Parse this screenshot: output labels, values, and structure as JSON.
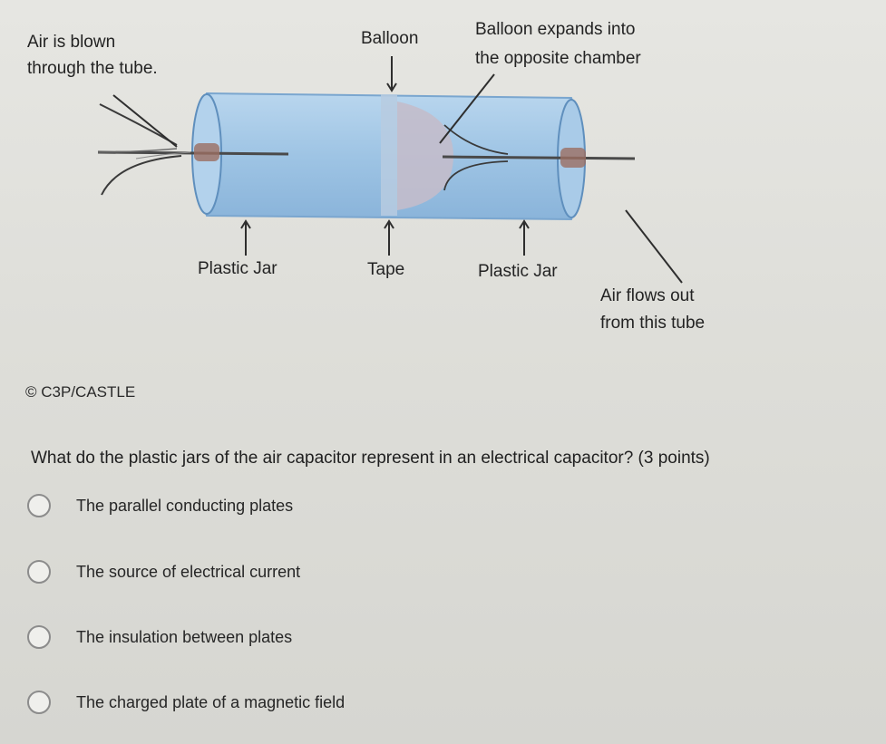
{
  "diagram": {
    "labels": {
      "air_blown_1": "Air is blown",
      "air_blown_2": "through the tube.",
      "balloon": "Balloon",
      "balloon_expands_1": "Balloon expands into",
      "balloon_expands_2": "the opposite chamber",
      "plastic_jar_left": "Plastic Jar",
      "tape": "Tape",
      "plastic_jar_right": "Plastic Jar",
      "air_flows_1": "Air flows out",
      "air_flows_2": "from this tube"
    },
    "colors": {
      "jar_fill": "#9ec4e4",
      "jar_stroke": "#6f9cc6",
      "balloon": "#c3bccb"
    }
  },
  "copyright": "© C3P/CASTLE",
  "question": {
    "text": "What do the plastic jars of the air capacitor represent in an electrical capacitor? (3 points)",
    "options": [
      {
        "label": "The parallel conducting plates"
      },
      {
        "label": "The source of electrical current"
      },
      {
        "label": "The insulation between plates"
      },
      {
        "label": "The charged plate of a magnetic field"
      }
    ]
  }
}
